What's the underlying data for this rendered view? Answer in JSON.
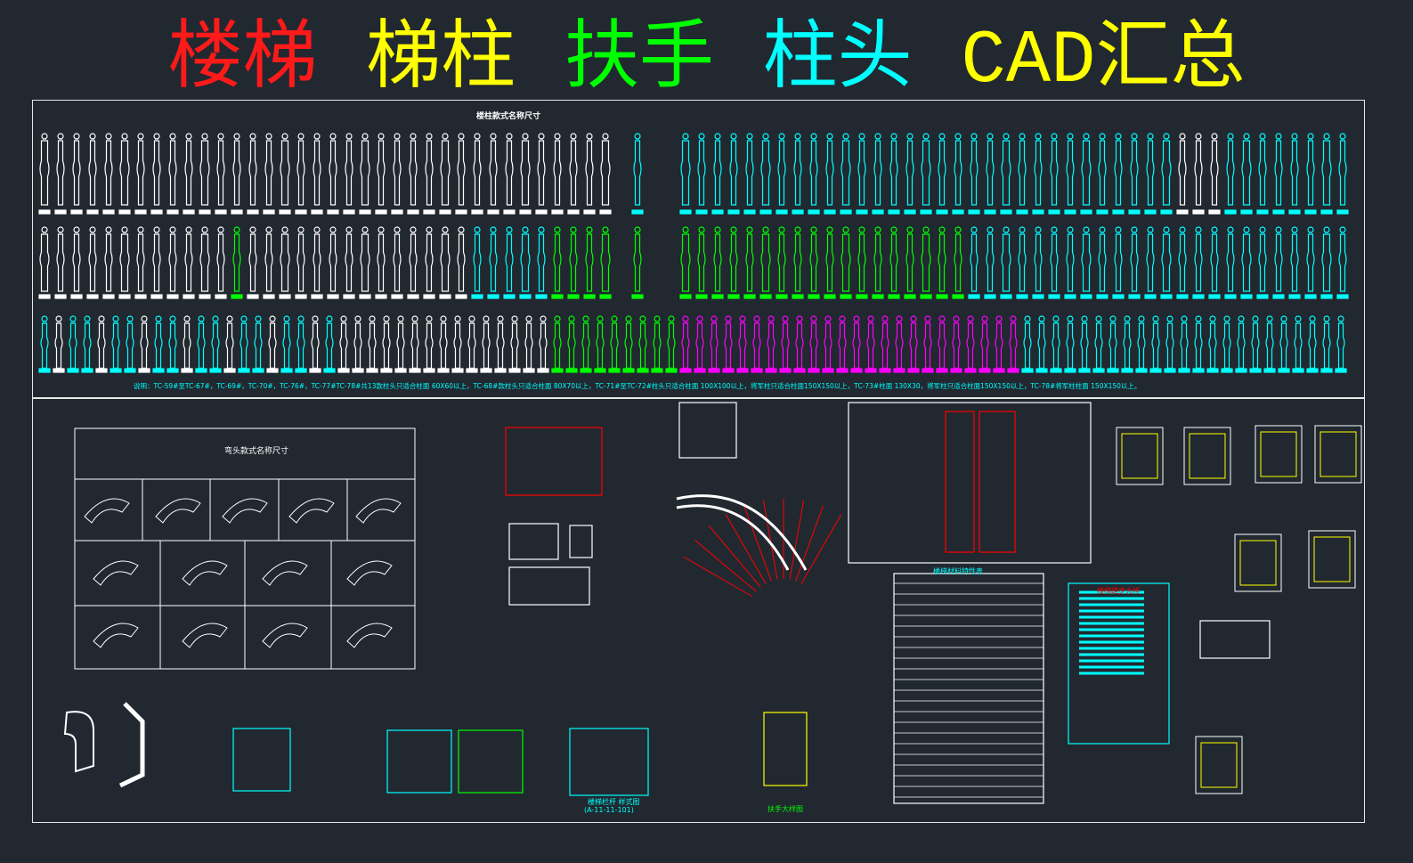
{
  "title": {
    "parts": [
      {
        "text": "楼梯",
        "color": "#ff1a1a"
      },
      {
        "text": "梯柱",
        "color": "#ffff00"
      },
      {
        "text": "扶手",
        "color": "#00ff00"
      },
      {
        "text": "柱头",
        "color": "#00ffff"
      },
      {
        "text": "CAD汇总",
        "color": "#ffff00"
      }
    ]
  },
  "top_panel": {
    "heading": "楼柱款式名称尺寸",
    "note": "说明：TC-59#至TC-67#，TC-69#，TC-70#，TC-76#，TC-77#TC-78#共13款柱头只适合柱面 60X60以上，TC-68#款柱头只适合柱面 80X70以上，TC-71#至TC-72#柱头只适合柱面 100X100以上，将军柱只适合柱面150X150以上，TC-73#柱面 130X30，将军柱只适合柱面150X150以上，TC-78#将军柱柱面 150X150以上。"
  },
  "bottom_panel": {
    "elbow_table_heading": "弯头款式名称尺寸",
    "material_table_heading": "楼梯材料特性表",
    "railing_caption_1": "楼梯栏杆 样式图",
    "railing_caption_2": "(A-11-11-101)",
    "board_heading": "楼梯踏步大样",
    "handrail_caption": "扶手大样图"
  },
  "colors": {
    "background": "#212830",
    "white": "#ffffff",
    "cyan": "#00ffff",
    "green": "#00ff00",
    "magenta": "#ff00ff",
    "red": "#ff0000",
    "yellow": "#ffff00"
  }
}
